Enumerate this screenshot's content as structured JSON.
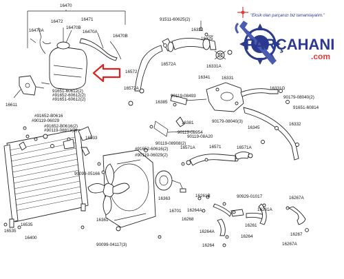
{
  "brand": {
    "name": "PARÇAHANI",
    "domain": ".com",
    "slogan": "\"Eksik olan parçanızı biz tamamlayalım.\""
  },
  "colors": {
    "arrow": "#e02020",
    "brand_dark": "#2b3a8f",
    "brand_accent": "#e53935",
    "brand_mid": "#4a5bb0"
  },
  "labels": [
    "16470",
    "16472",
    "16471",
    "16470A",
    "16470B",
    "16470A",
    "16470B",
    "91651-60612(2)",
    "#91652-60612(2)",
    "#91651-60612(2)",
    "16611",
    "91511-60625(2)",
    "16321",
    "16325",
    "16331A",
    "16572",
    "16572A",
    "16572A",
    "16341",
    "16331",
    "16331G",
    "90119-08493",
    "90179-08040(2)",
    "91651-60814",
    "16385",
    "90179-08040(3)",
    "16345",
    "16332",
    "#91652-B0616",
    "#90119-06029",
    "#91652-B0616(2)",
    "#90119-08813(2)",
    "16533",
    "16381",
    "90119-08954",
    "90119-08A20",
    "90119-08908(2)",
    "16571A",
    "16571",
    "16571A",
    "#91652-60616(2)",
    "#90119-06029(2)",
    "16363",
    "90099-05166",
    "16361",
    "16701",
    "16261B",
    "90929-01017",
    "16261A",
    "16267A",
    "16264A",
    "16268",
    "16261",
    "16264A",
    "16264",
    "16267",
    "16264",
    "16535",
    "16400",
    "16535",
    "90099-04117(3)",
    "16267A"
  ]
}
